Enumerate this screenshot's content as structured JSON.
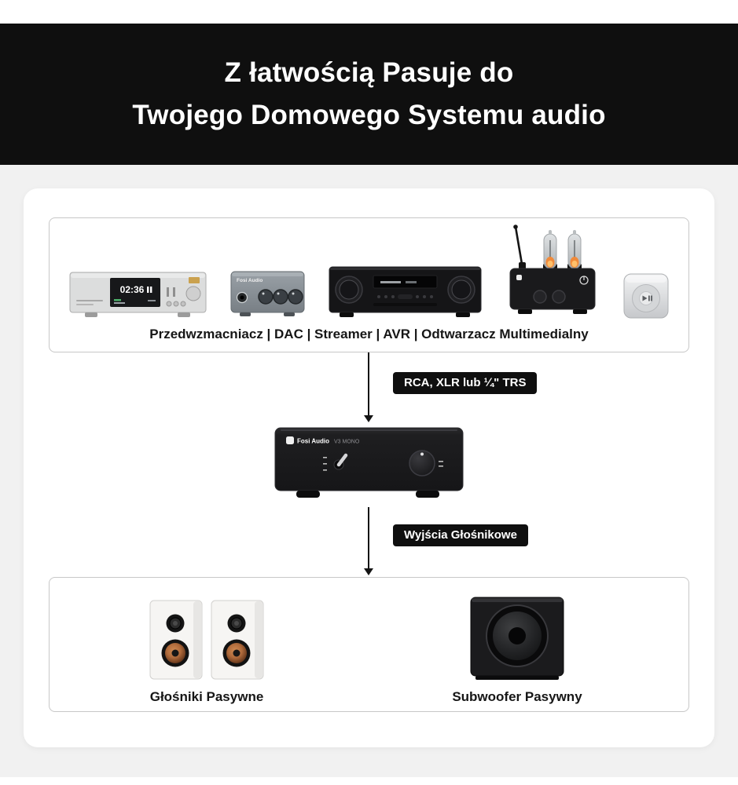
{
  "banner": {
    "title_line1": "Z łatwością Pasuje do",
    "title_line2": "Twojego Domowego Systemu audio"
  },
  "sources": {
    "caption": "Przedwzmacniacz | DAC | Streamer | AVR | Odtwarzacz Multimedialny",
    "devices": [
      {
        "name": "preamp-streamer",
        "display_time": "02:36"
      },
      {
        "name": "mini-dac",
        "brand": "Fosi Audio"
      },
      {
        "name": "avr-receiver"
      },
      {
        "name": "tube-amplifier"
      },
      {
        "name": "portable-player"
      }
    ]
  },
  "connections": {
    "input_label": "RCA, XLR lub ¼\" TRS",
    "output_label": "Wyjścia Głośnikowe"
  },
  "amplifier": {
    "brand": "Fosi Audio",
    "model": "V3 MONO"
  },
  "outputs": {
    "speakers_label": "Głośniki Pasywne",
    "subwoofer_label": "Subwoofer Pasywny"
  },
  "colors": {
    "banner_bg": "#0f0f0f",
    "panel_bg": "#f1f1f1",
    "card_bg": "#ffffff",
    "badge_bg": "#0f0f0f",
    "woofer_copper": "#b5713f"
  }
}
